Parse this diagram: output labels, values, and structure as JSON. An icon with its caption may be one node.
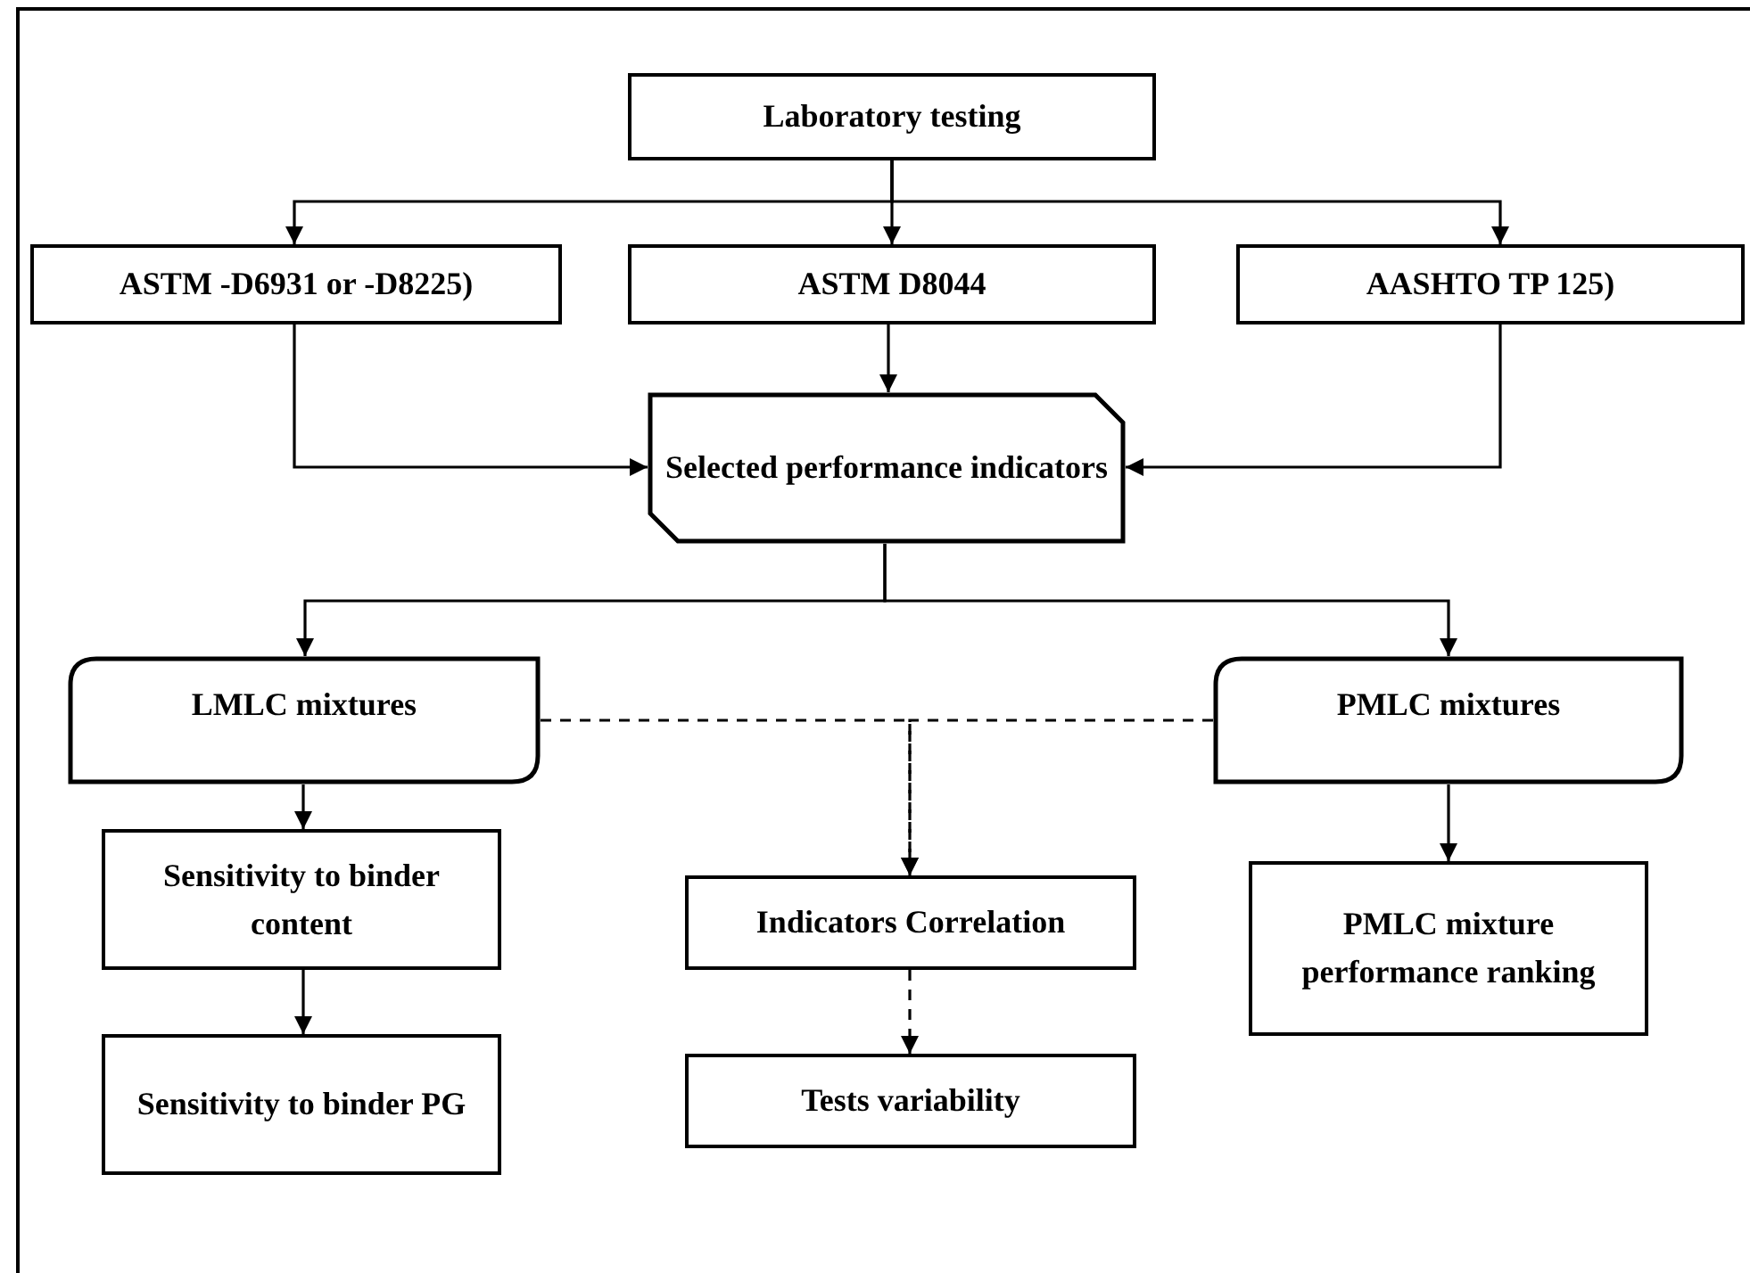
{
  "diagram": {
    "nodes": [
      {
        "text": [
          "Laboratory testing"
        ]
      },
      {
        "text": [
          "ASTM -D6931 or -D8225)"
        ]
      },
      {
        "text": [
          "ASTM D8044"
        ]
      },
      {
        "text": [
          "AASHTO TP 125)"
        ]
      },
      {
        "text": [
          "Selected performance indicators"
        ]
      },
      {
        "text": [
          "LMLC mixtures"
        ]
      },
      {
        "text": [
          "PMLC mixtures"
        ]
      },
      {
        "text": [
          "Sensitivity to binder content"
        ]
      },
      {
        "text": [
          "Sensitivity to binder PG"
        ]
      },
      {
        "text": [
          "Indicators Correlation"
        ]
      },
      {
        "text": [
          "Tests variability"
        ]
      },
      {
        "text": [
          "PMLC mixture performance ranking"
        ]
      }
    ],
    "edges": [
      {
        "from": 0,
        "to": 1,
        "arrow": "to"
      },
      {
        "from": 0,
        "to": 2,
        "arrow": "to"
      },
      {
        "from": 0,
        "to": 3,
        "arrow": "to"
      },
      {
        "from": 1,
        "to": 4,
        "arrow": "to"
      },
      {
        "from": 2,
        "to": 4,
        "arrow": "to"
      },
      {
        "from": 3,
        "to": 4,
        "arrow": "to"
      },
      {
        "from": 4,
        "to": 5,
        "arrow": "to"
      },
      {
        "from": 4,
        "to": 6,
        "arrow": "to"
      },
      {
        "from": 5,
        "to": 7,
        "arrow": "to"
      },
      {
        "from": 7,
        "to": 8,
        "arrow": "to"
      },
      {
        "from": 5,
        "to": 9,
        "arrow": "to",
        "style": "dashed"
      },
      {
        "from": 6,
        "to": 9,
        "arrow": "to",
        "style": "dashed"
      },
      {
        "from": 9,
        "to": 10,
        "arrow": "to",
        "style": "dashed"
      },
      {
        "from": 6,
        "to": 11,
        "arrow": "to"
      }
    ]
  }
}
